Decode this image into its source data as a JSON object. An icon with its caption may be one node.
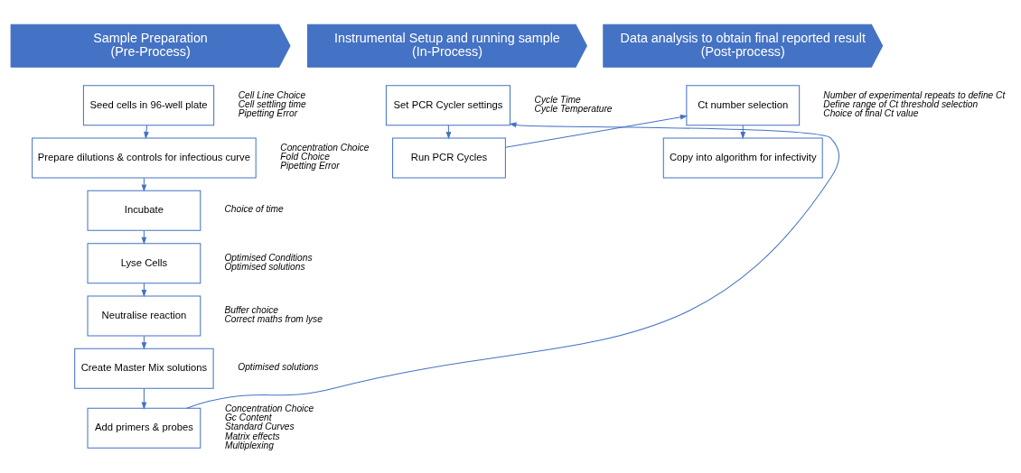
{
  "diagram": {
    "nodes": [
      {
        "text": [
          "Sample Preparation",
          "(Pre-Process)"
        ]
      },
      {
        "text": [
          "Instrumental Setup and running sample",
          "(In-Process)"
        ]
      },
      {
        "text": [
          "Data analysis to obtain final reported result",
          "(Post-process)"
        ]
      },
      {
        "text": [
          "Seed cells in 96-well plate"
        ],
        "beside": [
          "Cell Line Choice",
          "Cell settling time",
          "Pipetting Error"
        ]
      },
      {
        "text": [
          "Prepare dilutions & controls for infectious curve"
        ],
        "beside": [
          "Concentration Choice",
          "Fold Choice",
          "Pipetting Error"
        ]
      },
      {
        "text": [
          "Incubate"
        ],
        "beside": [
          "Choice of time"
        ]
      },
      {
        "text": [
          "Lyse Cells"
        ],
        "beside": [
          "Optimised Conditions",
          "Optimised solutions"
        ]
      },
      {
        "text": [
          "Neutralise reaction"
        ],
        "beside": [
          "Buffer choice",
          "Correct maths from lyse"
        ]
      },
      {
        "text": [
          "Create Master Mix solutions"
        ],
        "beside": [
          "Optimised solutions"
        ]
      },
      {
        "text": [
          "Add primers & probes"
        ],
        "beside": [
          "Concentration Choice",
          "Gc Content",
          "Standard Curves",
          "Matrix effects",
          "Multiplexing"
        ]
      },
      {
        "text": [
          "Set PCR Cycler settings"
        ],
        "beside": [
          "Cycle Time",
          "Cycle Temperature"
        ]
      },
      {
        "text": [
          "Run PCR Cycles"
        ]
      },
      {
        "text": [
          "Ct number selection"
        ],
        "beside": [
          "Number of experimental repeats to define Ct",
          "Define range of Ct threshold selection",
          "Choice of final Ct value"
        ]
      },
      {
        "text": [
          "Copy into algorithm for infectivity"
        ]
      }
    ],
    "edges": [
      {
        "from": 3,
        "to": 4,
        "arrow": "to"
      },
      {
        "from": 4,
        "to": 5,
        "arrow": "to"
      },
      {
        "from": 5,
        "to": 6,
        "arrow": "to"
      },
      {
        "from": 6,
        "to": 7,
        "arrow": "to"
      },
      {
        "from": 7,
        "to": 8,
        "arrow": "to"
      },
      {
        "from": 8,
        "to": 9,
        "arrow": "to"
      },
      {
        "from": 9,
        "to": 10,
        "arrow": "to"
      },
      {
        "from": 10,
        "to": 11,
        "arrow": "to"
      },
      {
        "from": 11,
        "to": 12,
        "arrow": "to"
      },
      {
        "from": 12,
        "to": 13,
        "arrow": "to"
      }
    ]
  }
}
